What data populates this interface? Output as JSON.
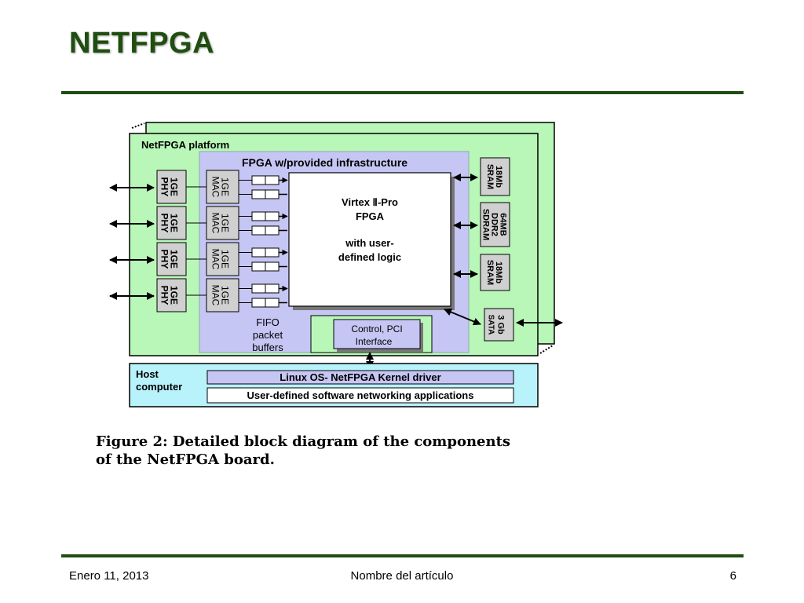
{
  "slide": {
    "title": "NETFPGA"
  },
  "diagram": {
    "platform_label": "NetFPGA platform",
    "fpga_infra_label": "FPGA w/provided infrastructure",
    "core_lines": [
      "Virtex Ⅱ-Pro",
      "FPGA",
      "with user-",
      "defined logic"
    ],
    "phy_lines": [
      "1GE",
      "PHY"
    ],
    "mac_lines": [
      "1GE",
      "MAC"
    ],
    "fifo_lines": [
      "FIFO",
      "packet",
      "buffers"
    ],
    "control_lines": [
      "Control, PCI",
      "Interface"
    ],
    "memories": [
      {
        "lines": [
          "18Mb",
          "SRAM"
        ]
      },
      {
        "lines": [
          "64MB",
          "DDR2",
          "SDRAM"
        ]
      },
      {
        "lines": [
          "18Mb",
          "SRAM"
        ]
      }
    ],
    "sata_lines": [
      "3 Gb",
      "SATA"
    ],
    "host_lines": [
      "Host",
      "computer"
    ],
    "kernel_driver_label": "Linux OS- NetFPGA Kernel driver",
    "apps_label": "User-defined software networking applications",
    "caption_lines": [
      "Figure 2:  Detailed block diagram of the components",
      "of the NetFPGA board."
    ],
    "colors": {
      "platform": "#b9f7b9",
      "fpga": "#c6c6f4",
      "host": "#b8f2fa",
      "kernel": "#c6c6f4",
      "grey": "#d0d0d0"
    }
  },
  "footer": {
    "date": "Enero 11, 2013",
    "article": "Nombre del artículo",
    "page": "6"
  }
}
